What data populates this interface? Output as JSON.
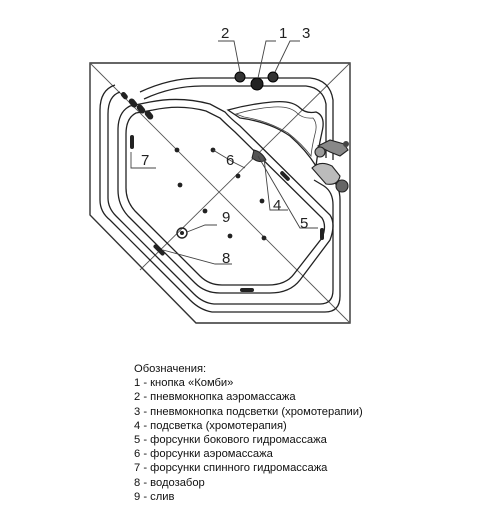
{
  "diagram": {
    "callouts": {
      "c1": "1",
      "c2": "2",
      "c3": "3",
      "c4": "4",
      "c5": "5",
      "c6": "6",
      "c7": "7",
      "c8": "8",
      "c9": "9"
    }
  },
  "legend": {
    "title": "Обозначения:",
    "items": [
      "1 - кнопка «Комби»",
      "2 - пневмокнопка аэромассажа",
      "3 - пневмокнопка подсветки (хромотерапии)",
      "4 - подсветка (хромотерапия)",
      "5 - форсунки бокового гидромассажа",
      "6 - форсунки аэромассажа",
      "7 - форсунки спинного гидромассажа",
      "8 - водозабор",
      "9 - слив"
    ]
  }
}
